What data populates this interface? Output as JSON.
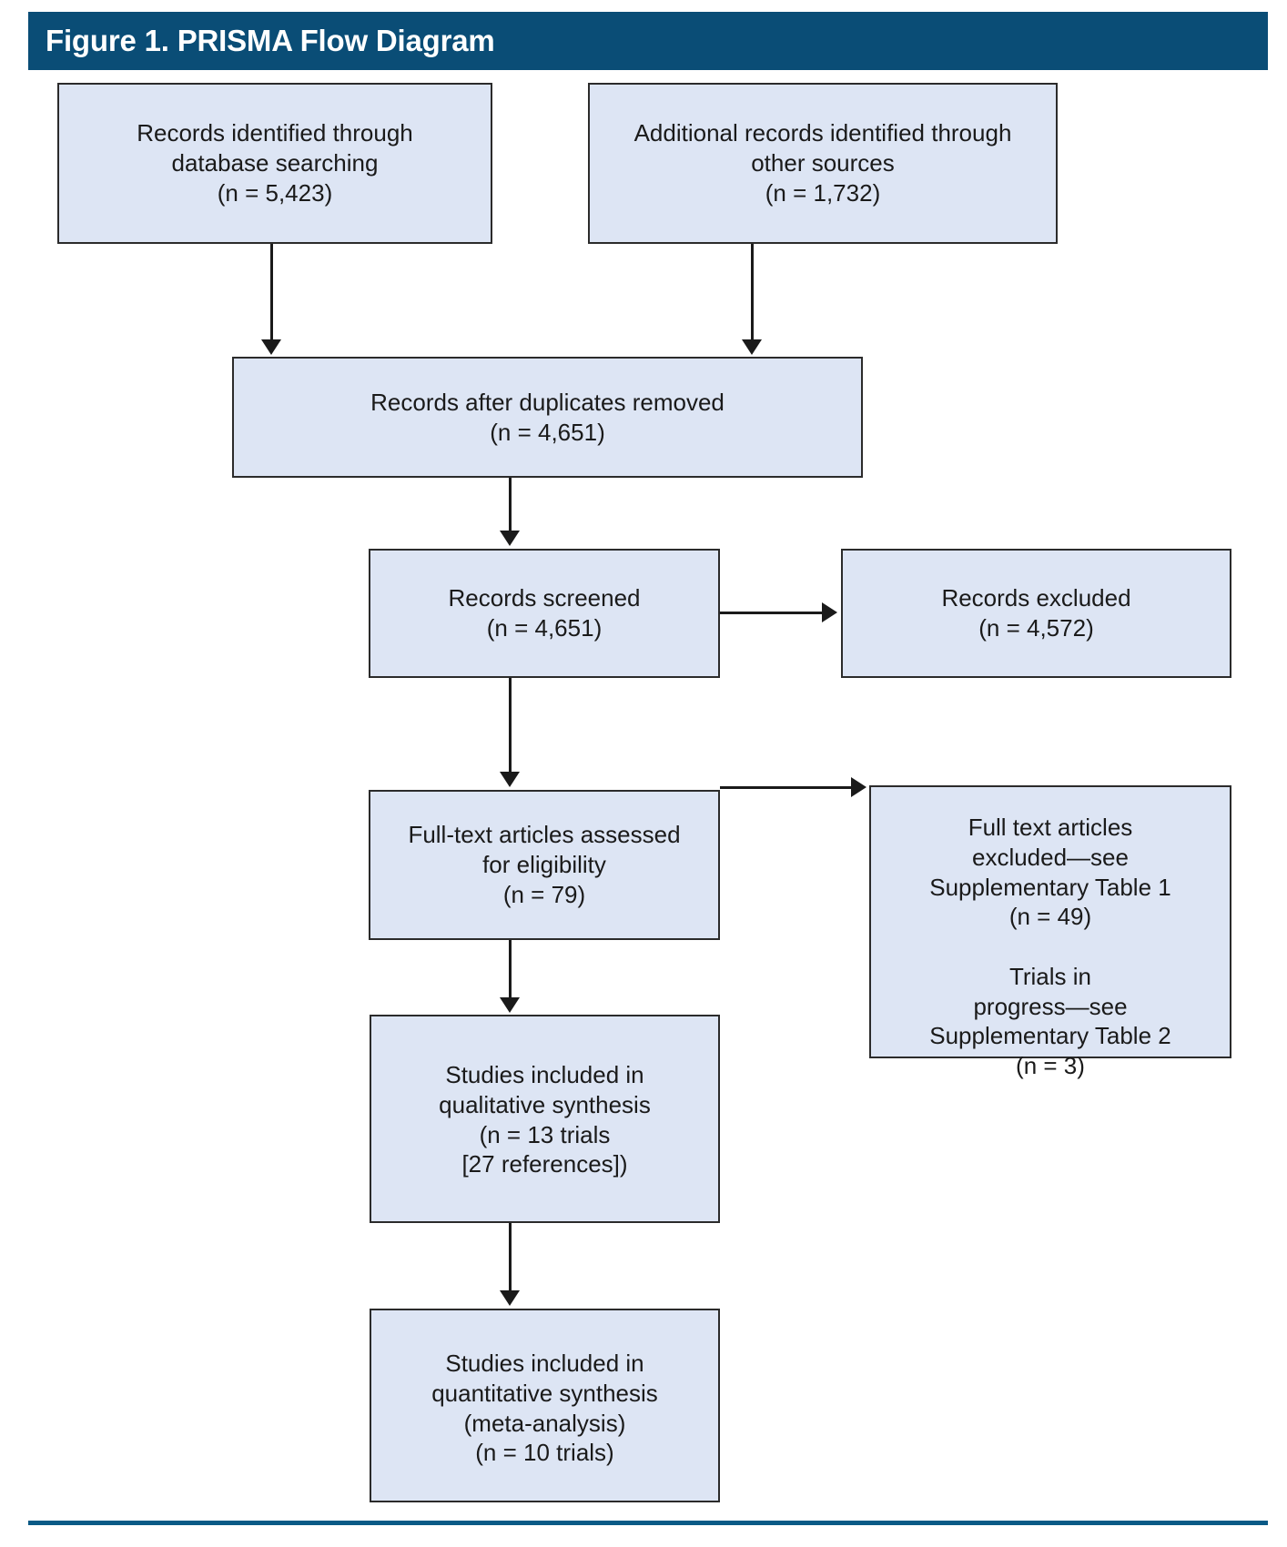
{
  "figure": {
    "title": "Figure 1. PRISMA Flow Diagram",
    "type": "prisma-flow-diagram"
  },
  "colors": {
    "header_background": "#0a4d76",
    "header_text": "#ffffff",
    "box_fill": "#dde5f4",
    "box_border": "#2b2b2b",
    "connector": "#1a1a1a",
    "bottom_rule": "#0a5a86"
  },
  "boxes": {
    "database_searching": {
      "text": "Records identified through\ndatabase searching\n(n = 5,423)",
      "label": "Records identified through database searching",
      "n": "5,423"
    },
    "other_sources": {
      "text": "Additional records identified through\nother sources\n(n = 1,732)",
      "label": "Additional records identified through other sources",
      "n": "1,732"
    },
    "duplicates_removed": {
      "text": "Records after duplicates removed\n(n = 4,651)",
      "label": "Records after duplicates removed",
      "n": "4,651"
    },
    "records_screened": {
      "text": "Records screened\n(n = 4,651)",
      "label": "Records screened",
      "n": "4,651"
    },
    "records_excluded": {
      "text": "Records excluded\n(n = 4,572)",
      "label": "Records excluded",
      "n": "4,572"
    },
    "fulltext_assessed": {
      "text": "Full-text articles assessed\nfor eligibility\n(n = 79)",
      "label": "Full-text articles assessed for eligibility",
      "n": "79"
    },
    "fulltext_excluded": {
      "text": "Full text articles\nexcluded—see\nSupplementary Table 1\n(n = 49)\n\nTrials in\nprogress—see\nSupplementary Table 2\n(n = 3)",
      "label": "Full text articles excluded—see Supplementary Table 1",
      "n": "49",
      "secondary_label": "Trials in progress—see Supplementary Table 2",
      "secondary_n": "3"
    },
    "qualitative_synthesis": {
      "text": "Studies included in\nqualitative synthesis\n(n = 13 trials\n[27 references])",
      "label": "Studies included in qualitative synthesis",
      "n": "13 trials",
      "references": "27 references"
    },
    "quantitative_synthesis": {
      "text": "Studies included in\nquantitative synthesis\n(meta-analysis)\n(n = 10 trials)",
      "label": "Studies included in quantitative synthesis (meta-analysis)",
      "n": "10 trials"
    }
  }
}
